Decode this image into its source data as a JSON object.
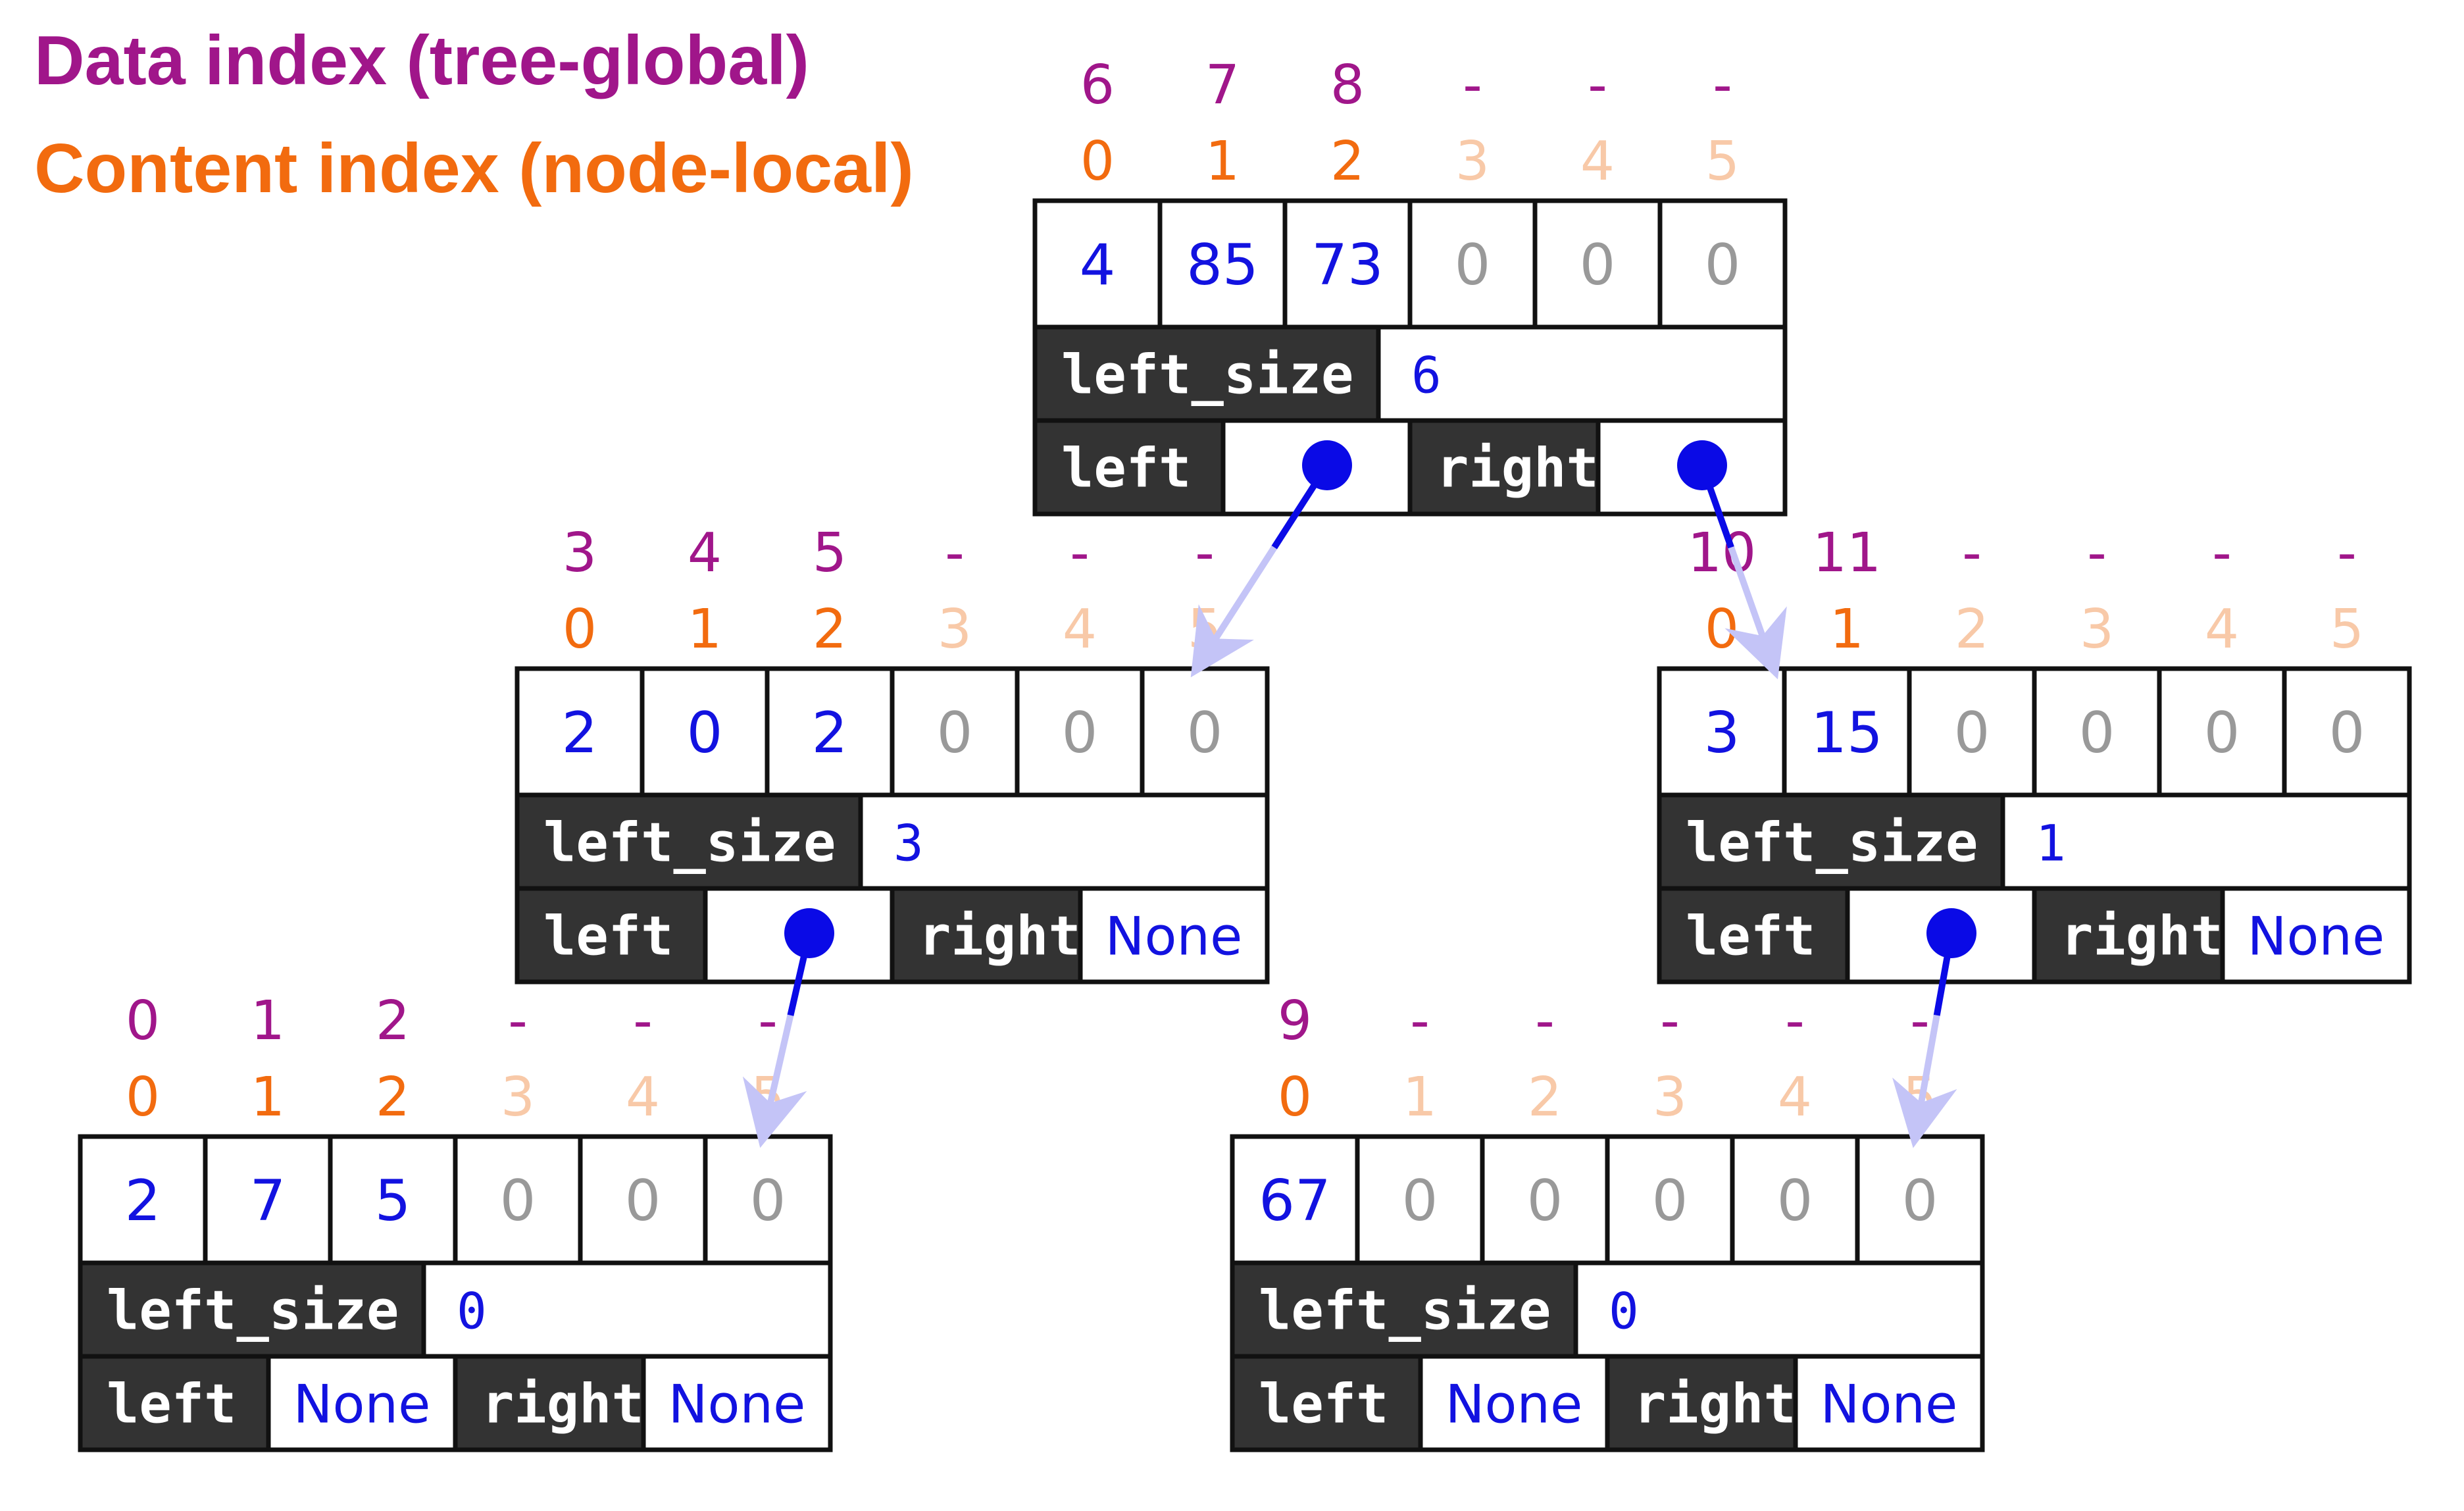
{
  "legend": {
    "data_index_label": "Data index (tree-global)",
    "content_index_label": "Content index (node-local)"
  },
  "colors": {
    "data_index": "#a0168a",
    "content_index_active": "#f26b0f",
    "content_index_inactive": "#f8c9a8",
    "value_active": "#1212e0",
    "value_inactive": "#999999",
    "label_bg": "#333333",
    "border": "#111111",
    "pointer": "#0a0ae6",
    "arrow": "#c4c4f7"
  },
  "field_labels": {
    "left_size": "left_size",
    "left": "left",
    "right": "right",
    "none": "None"
  },
  "nodes": [
    {
      "id": "root",
      "data_index": [
        "6",
        "7",
        "8",
        "-",
        "-",
        "-"
      ],
      "content_index": [
        "0",
        "1",
        "2",
        "3",
        "4",
        "5"
      ],
      "values": [
        "4",
        "85",
        "73",
        "0",
        "0",
        "0"
      ],
      "used": 3,
      "left_size": "6",
      "left": "pointer",
      "right": "pointer"
    },
    {
      "id": "mid-left",
      "data_index": [
        "3",
        "4",
        "5",
        "-",
        "-",
        "-"
      ],
      "content_index": [
        "0",
        "1",
        "2",
        "3",
        "4",
        "5"
      ],
      "values": [
        "2",
        "0",
        "2",
        "0",
        "0",
        "0"
      ],
      "used": 3,
      "left_size": "3",
      "left": "pointer",
      "right": "None"
    },
    {
      "id": "mid-right",
      "data_index": [
        "10",
        "11",
        "-",
        "-",
        "-",
        "-"
      ],
      "content_index": [
        "0",
        "1",
        "2",
        "3",
        "4",
        "5"
      ],
      "values": [
        "3",
        "15",
        "0",
        "0",
        "0",
        "0"
      ],
      "used": 2,
      "left_size": "1",
      "left": "pointer",
      "right": "None"
    },
    {
      "id": "bottom-left",
      "data_index": [
        "0",
        "1",
        "2",
        "-",
        "-",
        "-"
      ],
      "content_index": [
        "0",
        "1",
        "2",
        "3",
        "4",
        "5"
      ],
      "values": [
        "2",
        "7",
        "5",
        "0",
        "0",
        "0"
      ],
      "used": 3,
      "left_size": "0",
      "left": "None",
      "right": "None"
    },
    {
      "id": "bottom-right",
      "data_index": [
        "9",
        "-",
        "-",
        "-",
        "-",
        "-"
      ],
      "content_index": [
        "0",
        "1",
        "2",
        "3",
        "4",
        "5"
      ],
      "values": [
        "67",
        "0",
        "0",
        "0",
        "0",
        "0"
      ],
      "used": 1,
      "left_size": "0",
      "left": "None",
      "right": "None"
    }
  ],
  "edges": [
    {
      "from": "root",
      "port": "left",
      "to": "mid-left"
    },
    {
      "from": "root",
      "port": "right",
      "to": "mid-right"
    },
    {
      "from": "mid-left",
      "port": "left",
      "to": "bottom-left"
    },
    {
      "from": "mid-right",
      "port": "left",
      "to": "bottom-right"
    }
  ]
}
